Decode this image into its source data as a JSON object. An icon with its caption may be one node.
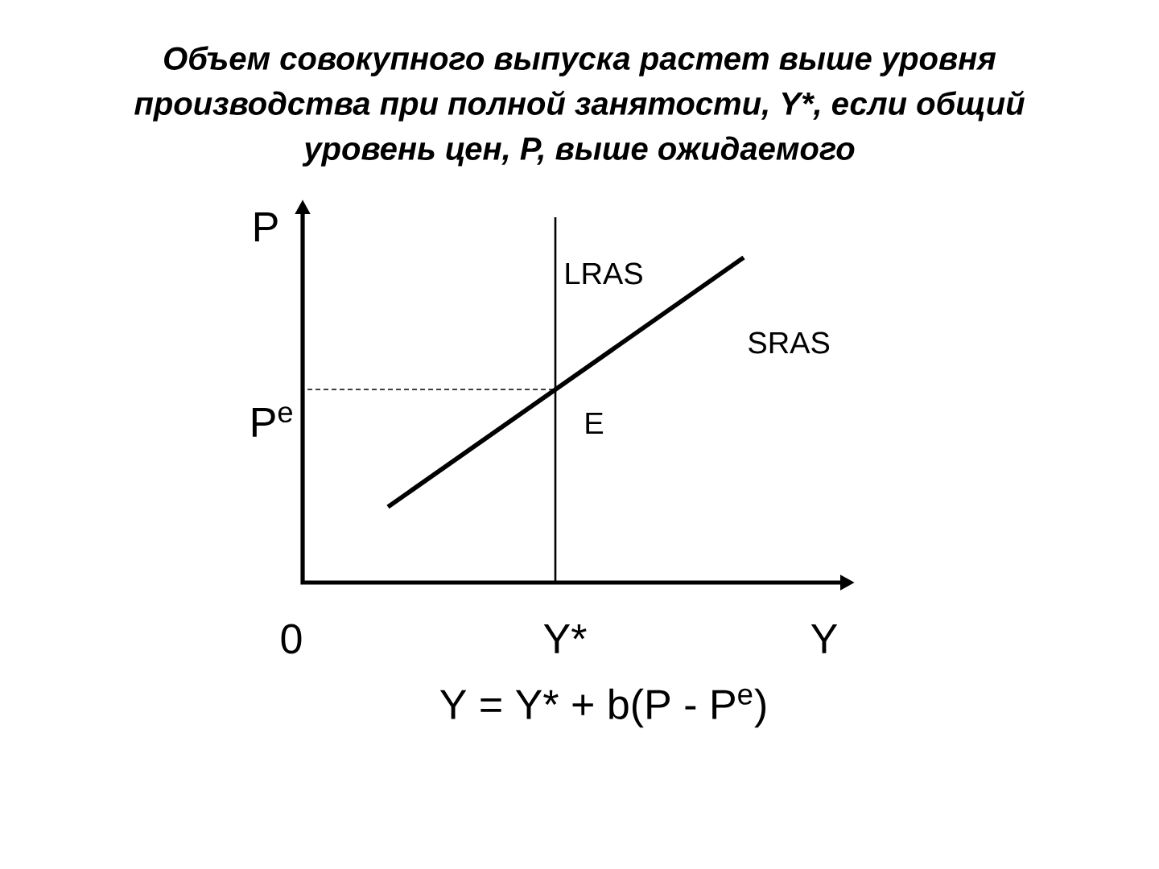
{
  "diagram": {
    "title": "Объем совокупного выпуска растет выше уровня производства при полной занятости, Y*, если общий уровень цен, P, выше ожидаемого",
    "labels": [
      "P",
      "LRAS",
      "SRAS",
      "P$^{e}$",
      "E",
      "0",
      "Y*",
      "Y",
      "Y = Y* + b(P - P$^{e}$)"
    ]
  }
}
